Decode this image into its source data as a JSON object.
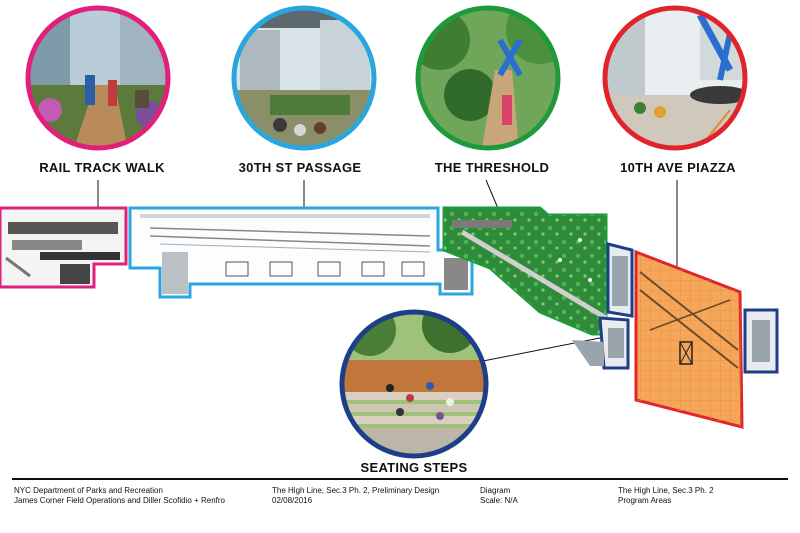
{
  "zones": [
    {
      "key": "rail",
      "label": "RAIL TRACK WALK",
      "color": "#e0207a"
    },
    {
      "key": "passage",
      "label": "30TH ST PASSAGE",
      "color": "#2aa6df"
    },
    {
      "key": "threshold",
      "label": "THE THRESHOLD",
      "color": "#1f9a3a"
    },
    {
      "key": "piazza",
      "label": "10TH AVE PIAZZA",
      "color": "#e1242b"
    },
    {
      "key": "steps",
      "label": "SEATING STEPS",
      "color": "#1d3f8a"
    }
  ],
  "colors": {
    "piazza_fill": "#f5a659",
    "threshold_fill": "#2f8a3a",
    "navy": "#1d3f8a"
  },
  "footer": {
    "org_line1": "NYC Department of Parks and Recreation",
    "org_line2": "James Corner Field Operations and Diller Scofidio + Renfro",
    "project_line1": "The High Line, Sec.3 Ph. 2, Preliminary Design",
    "project_line2": "02/08/2016",
    "type_line1": "Diagram",
    "type_line2": "Scale: N/A",
    "sheet_line1": "The High Line, Sec.3 Ph. 2",
    "sheet_line2": "Program Areas"
  }
}
